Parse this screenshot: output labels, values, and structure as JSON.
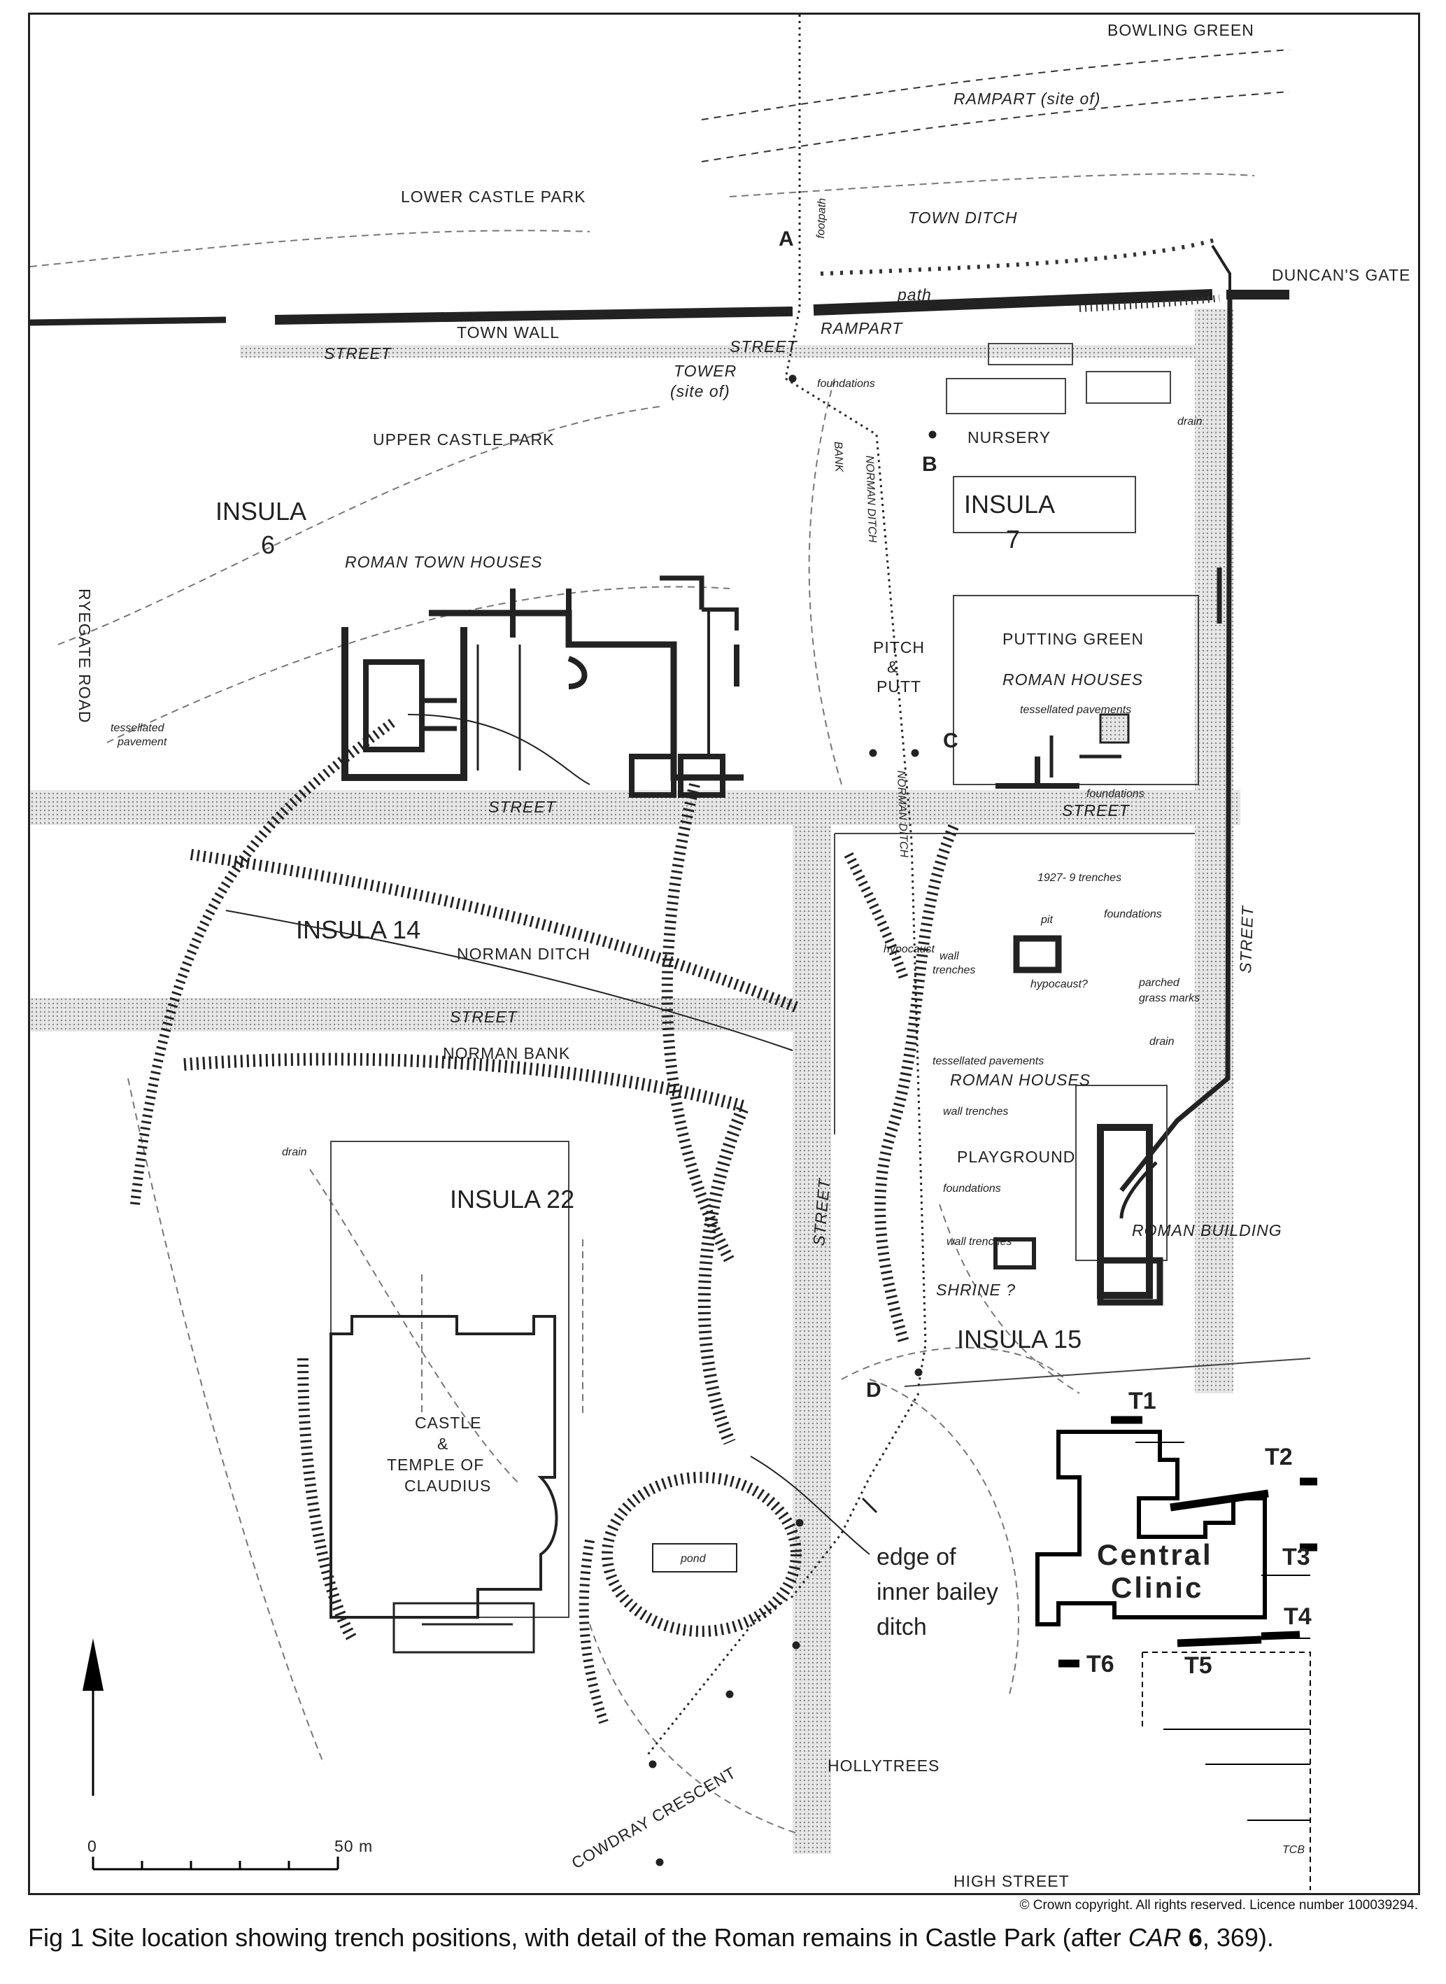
{
  "map": {
    "places": {
      "bowling_green": "BOWLING GREEN",
      "rampart_site": "RAMPART (site of)",
      "lower_castle_park": "LOWER CASTLE PARK",
      "town_ditch": "TOWN DITCH",
      "duncans_gate": "DUNCAN'S GATE",
      "path": "path",
      "footpath": "footpath",
      "town_wall": "TOWN WALL",
      "rampart": "RAMPART",
      "street": "STREET",
      "tower": "TOWER",
      "tower_site": "(site of)",
      "foundations": "foundations",
      "upper_castle_park": "UPPER CASTLE PARK",
      "nursery": "NURSERY",
      "drain": "drain",
      "bank": "BANK",
      "norman_ditch": "NORMAN DITCH",
      "roman_town_houses": "ROMAN TOWN HOUSES",
      "ryegate_road": "RYEGATE ROAD",
      "tessellated": "tessellated",
      "pavement": "pavement",
      "pitch": "PITCH",
      "amp": "&",
      "putt": "PUTT",
      "putting_green": "PUTTING GREEN",
      "roman_houses": "ROMAN HOUSES",
      "tessellated_pavements": "tessellated pavements",
      "trenches_1927": "1927- 9 trenches",
      "pit": "pit",
      "hypocaust": "hypocaust",
      "hypocaust_q": "hypocaust?",
      "parched": "parched",
      "grass_marks": "grass marks",
      "wall": "wall",
      "trenches": "trenches",
      "wall_trenches": "wall trenches",
      "norman_bank": "NORMAN BANK",
      "playground": "PLAYGROUND",
      "roman_building": "ROMAN BUILDING",
      "shrine": "SHRINE ?",
      "castle": "CASTLE",
      "temple_of": "TEMPLE OF",
      "claudius": "CLAUDIUS",
      "pond": "pond",
      "edge": "edge of",
      "inner_bailey": "inner bailey",
      "ditch": "ditch",
      "hollytrees": "HOLLYTREES",
      "cowdray_crescent": "COWDRAY CRESCENT",
      "high_street": "HIGH STREET",
      "tcb": "TCB",
      "central": "Central",
      "clinic": "Clinic"
    },
    "insulae": {
      "insula": "INSULA",
      "i6": "6",
      "i7": "7",
      "i14": "INSULA 14",
      "i22": "INSULA 22",
      "i15": "INSULA 15"
    },
    "points": {
      "a": "A",
      "b": "B",
      "c": "C",
      "d": "D"
    },
    "trenches": [
      "T1",
      "T2",
      "T3",
      "T4",
      "T5",
      "T6"
    ],
    "scale": {
      "start": "0",
      "end": "50 m"
    },
    "colors": {
      "ink": "#222222",
      "street_fill": "#d6d6d6",
      "paper": "#ffffff"
    }
  },
  "copyright": "© Crown copyright. All rights reserved. Licence number 100039294.",
  "caption": {
    "main": "Fig 1  Site location showing trench positions, with detail of the Roman remains in Castle Park (after ",
    "ref": "CAR",
    "vol": "6",
    "tail": ", 369)."
  }
}
